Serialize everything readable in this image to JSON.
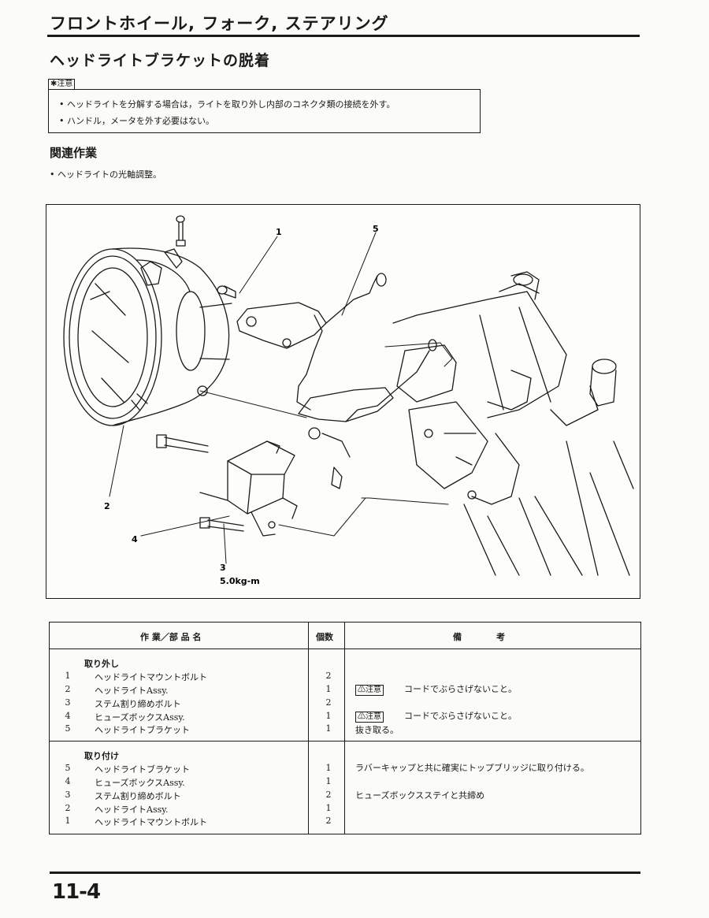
{
  "chapter_title": "フロントホイール, フォーク, ステアリング",
  "section_title": "ヘッドライトブラケットの脱着",
  "caution_label": "注意",
  "caution_notes": [
    "• ヘッドライトを分解する場合は，ライトを取り外し内部のコネクタ類の接続を外す。",
    "• ハンドル，メータを外す必要はない。"
  ],
  "related_title": "関連作業",
  "related_items": [
    "• ヘッドライトの光軸調整。"
  ],
  "diagram": {
    "callouts": {
      "c1": "1",
      "c2": "2",
      "c3": "3",
      "c4": "4",
      "c5": "5",
      "torque": "5.0kg-m"
    }
  },
  "table": {
    "headers": {
      "part": "作 業／部 品 名",
      "qty": "個数",
      "remarks": "備　　　　考"
    },
    "removal": {
      "title": "取り外し",
      "rows": [
        {
          "no": "1",
          "name": "ヘッドライトマウントボルト",
          "qty": "2"
        },
        {
          "no": "2",
          "name": "ヘッドライトAssy.",
          "qty": "1"
        },
        {
          "no": "3",
          "name": "ステム割り締めボルト",
          "qty": "2"
        },
        {
          "no": "4",
          "name": "ヒューズボックスAssy.",
          "qty": "1"
        },
        {
          "no": "5",
          "name": "ヘッドライトブラケット",
          "qty": "1"
        }
      ],
      "remarks": [
        {
          "badge": "注意",
          "text": "コードでぶらさげないこと。"
        },
        {
          "badge": "注意",
          "text": "コードでぶらさげないこと。"
        },
        {
          "text": "抜き取る。"
        }
      ]
    },
    "installation": {
      "title": "取り付け",
      "rows": [
        {
          "no": "5",
          "name": "ヘッドライトブラケット",
          "qty": "1"
        },
        {
          "no": "4",
          "name": "ヒューズボックスAssy.",
          "qty": "1"
        },
        {
          "no": "3",
          "name": "ステム割り締めボルト",
          "qty": "2"
        },
        {
          "no": "2",
          "name": "ヘッドライトAssy.",
          "qty": "1"
        },
        {
          "no": "1",
          "name": "ヘッドライトマウントボルト",
          "qty": "2"
        }
      ],
      "remarks": [
        {
          "text": "ラバーキャップと共に確実にトップブリッジに取り付ける。"
        },
        {
          "text": "ヒューズボックスステイと共締め"
        }
      ]
    }
  },
  "page_number": "11-4"
}
